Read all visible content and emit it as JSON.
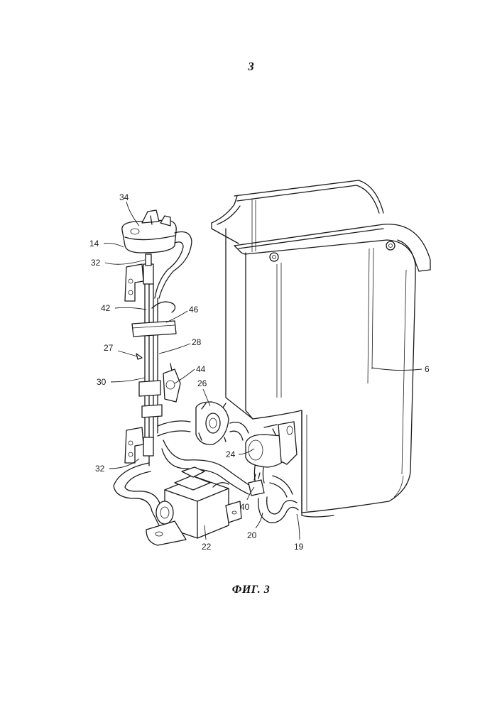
{
  "page": {
    "number": "3"
  },
  "figure": {
    "caption": "ФИГ. 3",
    "labels": {
      "l34": "34",
      "l14": "14",
      "l32a": "32",
      "l42": "42",
      "l46": "46",
      "l28": "28",
      "l27": "27",
      "l44": "44",
      "l30": "30",
      "l26": "26",
      "l6": "6",
      "l24": "24",
      "l32b": "32",
      "l40": "40",
      "l22": "22",
      "l20": "20",
      "l19": "19"
    }
  }
}
